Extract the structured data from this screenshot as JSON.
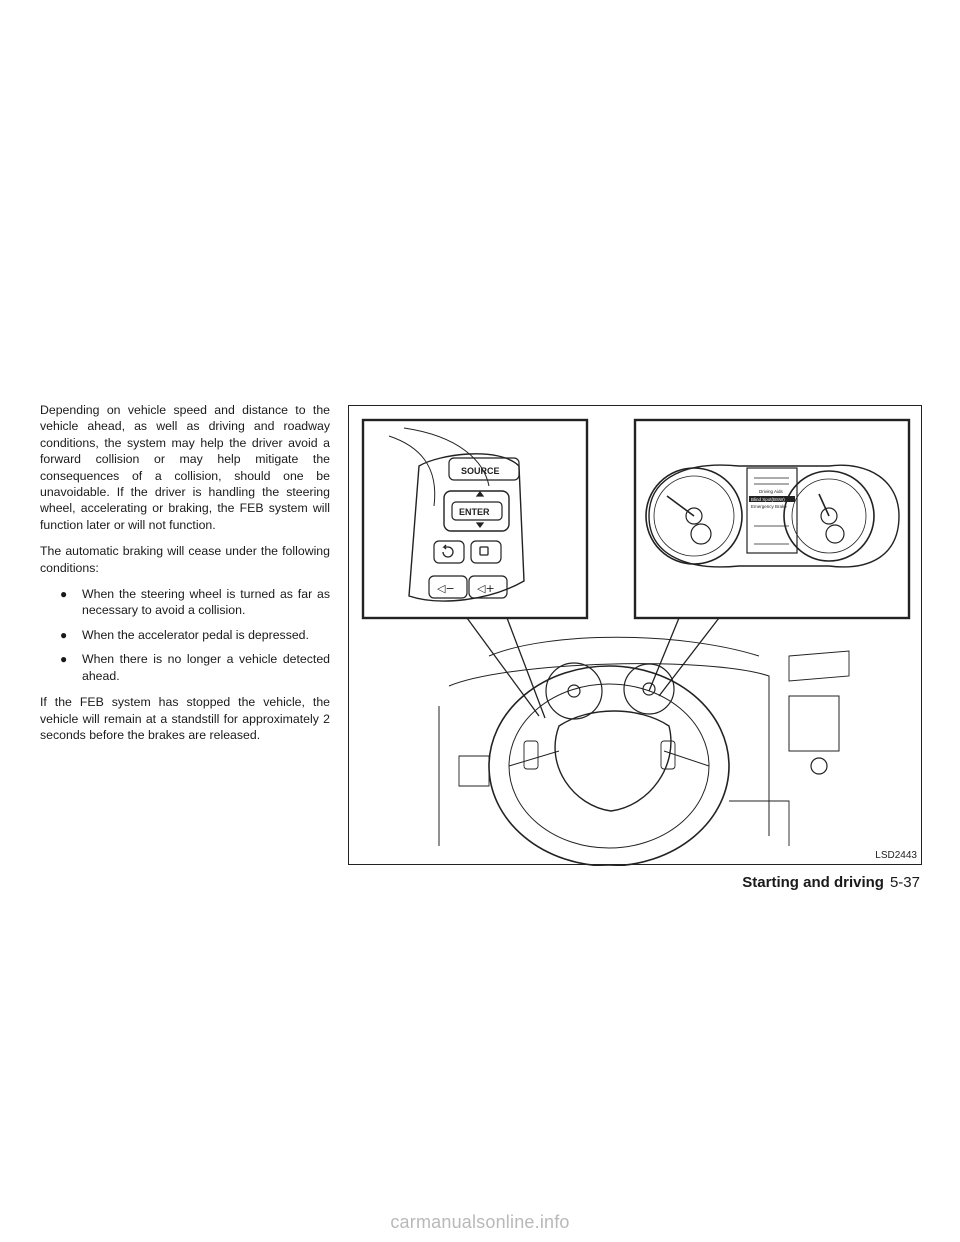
{
  "body": {
    "paragraph_1": "Depending on vehicle speed and distance to the vehicle ahead, as well as driving and roadway conditions, the system may help the driver avoid a forward collision or may help mitigate the consequences of a collision, should one be unavoidable. If the driver is handling the steering wheel, accelerating or braking, the FEB system will function later or will not function.",
    "paragraph_2": "The automatic braking will cease under the following conditions:",
    "bullets": [
      "When the steering wheel is turned as far as necessary to avoid a collision.",
      "When the accelerator pedal is depressed.",
      "When there is no longer a vehicle detected ahead."
    ],
    "bullet_symbol": "●",
    "paragraph_3": "If the FEB system has stopped the vehicle, the vehicle will remain at a standstill for approximately 2 seconds before the brakes are released."
  },
  "figure": {
    "code": "LSD2443",
    "switch_labels": {
      "source": "SOURCE",
      "enter": "ENTER"
    },
    "display_lines": [
      "Driving Aids",
      "Blind Spot(BSW)",
      "Emergency Brake"
    ]
  },
  "footer": {
    "section": "Starting and driving",
    "page": "5-37"
  },
  "watermark": "carmanualsonline.info"
}
